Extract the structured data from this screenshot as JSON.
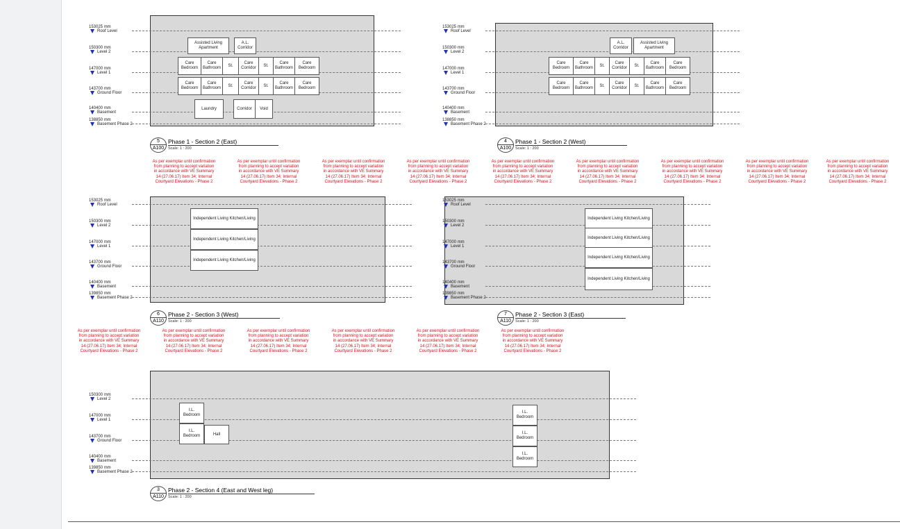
{
  "note_text": "As per exemplar until confirmation\nfrom planning to accept variation\nin accordance with VE Summary\n14 (27.06.17) Item 34; Internal\nCourtyard Elevations - Phase 2",
  "views": [
    {
      "number": "5",
      "sheet": "A100",
      "title": "Phase 1 - Section 2 (East)",
      "scale": "Scale: 1 : 200",
      "levels": [
        {
          "elev": "153025 mm",
          "name": "Roof Level"
        },
        {
          "elev": "150300 mm",
          "name": "Level 2"
        },
        {
          "elev": "147000 mm",
          "name": "Level 1"
        },
        {
          "elev": "143700 mm",
          "name": "Ground Floor"
        },
        {
          "elev": "140400 mm",
          "name": "Basement"
        },
        {
          "elev": "138850 mm",
          "name": "Basement Phase 2"
        }
      ],
      "rooms": [
        "Assisted Living Apartment",
        "A.L. Corridor",
        "Care Bedroom",
        "Care Bathroom",
        "St.",
        "Care Corridor",
        "St.",
        "Care Bathroom",
        "Care Bedroom",
        "Care Bedroom",
        "Care Bathroom",
        "St.",
        "Care Corridor",
        "St.",
        "Care Bathroom",
        "Care Bedroom",
        "Laundry",
        "Corridor",
        "Void"
      ]
    },
    {
      "number": "4",
      "sheet": "A100",
      "title": "Phase 1 - Section 2 (West)",
      "scale": "Scale: 1 : 200",
      "levels": [
        {
          "elev": "153025 mm",
          "name": "Roof Level"
        },
        {
          "elev": "150300 mm",
          "name": "Level 2"
        },
        {
          "elev": "147000 mm",
          "name": "Level 1"
        },
        {
          "elev": "143700 mm",
          "name": "Ground Floor"
        },
        {
          "elev": "140400 mm",
          "name": "Basement"
        },
        {
          "elev": "138850 mm",
          "name": "Basement Phase 2"
        }
      ],
      "rooms": [
        "A.L. Corridor",
        "Assisted Living Apartment",
        "Care Bedroom",
        "Care Bathroom",
        "St.",
        "Care Corridor",
        "St.",
        "Care Bathroom",
        "Care Bedroom",
        "Care Bedroom",
        "Care Bathroom",
        "St.",
        "Care Corridor",
        "St.",
        "Care Bathroom",
        "Care Bedroom"
      ]
    },
    {
      "number": "6",
      "sheet": "A110",
      "title": "Phase 2 - Section 3 (West)",
      "scale": "Scale: 1 : 200",
      "levels": [
        {
          "elev": "153025 mm",
          "name": "Roof Level"
        },
        {
          "elev": "150300 mm",
          "name": "Level 2"
        },
        {
          "elev": "147000 mm",
          "name": "Level 1"
        },
        {
          "elev": "143700 mm",
          "name": "Ground Floor"
        },
        {
          "elev": "140400 mm",
          "name": "Basement"
        },
        {
          "elev": "139850 mm",
          "name": "Basement Phase 2"
        }
      ],
      "rooms": [
        "Independent Living Kitchen/Living",
        "Independent Living Kitchen/Living",
        "Independent Living Kitchen/Living"
      ]
    },
    {
      "number": "7",
      "sheet": "A110",
      "title": "Phase 2 - Section 3 (East)",
      "scale": "Scale: 1 : 200",
      "levels": [
        {
          "elev": "153025 mm",
          "name": "Roof Level"
        },
        {
          "elev": "150300 mm",
          "name": "Level 2"
        },
        {
          "elev": "147000 mm",
          "name": "Level 1"
        },
        {
          "elev": "143700 mm",
          "name": "Ground Floor"
        },
        {
          "elev": "140400 mm",
          "name": "Basement"
        },
        {
          "elev": "139850 mm",
          "name": "Basement Phase 2"
        }
      ],
      "rooms": [
        "Independent Living Kitchen/Living",
        "Independent Living Kitchen/Living",
        "Independent Living Kitchen/Living",
        "Independent Living Kitchen/Living"
      ]
    },
    {
      "number": "3",
      "sheet": "A110",
      "title": "Phase 2 - Section 4 (East and West leg)",
      "scale": "Scale: 1 : 200",
      "levels": [
        {
          "elev": "150300 mm",
          "name": "Level 2"
        },
        {
          "elev": "147000 mm",
          "name": "Level 1"
        },
        {
          "elev": "143700 mm",
          "name": "Ground Floor"
        },
        {
          "elev": "140400 mm",
          "name": "Basement"
        },
        {
          "elev": "139850 mm",
          "name": "Basement Phase 2"
        }
      ],
      "rooms": [
        "I.L. Bedroom",
        "I.L. Bedroom",
        "Hall",
        "I.L. Bedroom",
        "I.L. Bedroom",
        "I.L. Bedroom"
      ]
    }
  ]
}
